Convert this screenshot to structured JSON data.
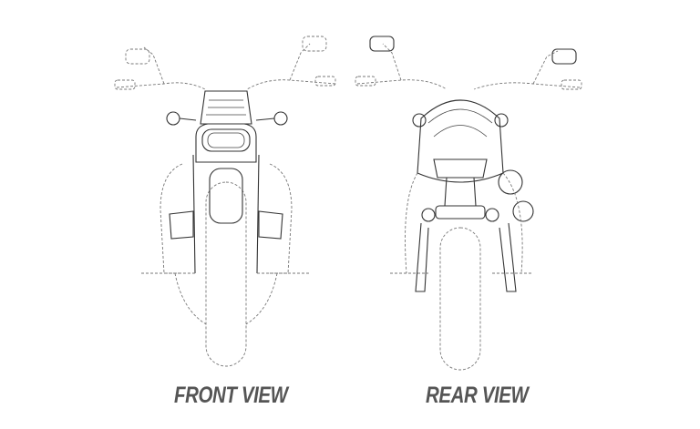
{
  "views": [
    {
      "id": "front",
      "label": "FRONT VIEW"
    },
    {
      "id": "rear",
      "label": "REAR VIEW"
    }
  ],
  "colors": {
    "line": "#333333",
    "hidden_line": "#777777",
    "label": "#555555",
    "background": "#ffffff"
  }
}
